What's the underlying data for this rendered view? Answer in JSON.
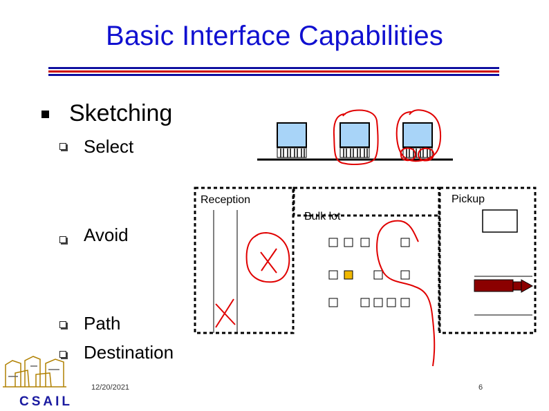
{
  "slide": {
    "title": "Basic Interface Capabilities",
    "main_bullet": "Sketching",
    "sub_bullets": [
      "Select",
      "Avoid",
      "Path",
      "Destination"
    ],
    "date": "12/20/2021",
    "page_number": "6"
  },
  "diagram": {
    "regions": {
      "reception": "Reception",
      "bulk_lot": "Bulk lot",
      "pickup": "Pickup"
    }
  },
  "logo": {
    "text": "CSAIL"
  },
  "colors": {
    "title": "#1010d0",
    "rule_red": "#cc0000",
    "rule_blue": "#1010a0",
    "sketch_red": "#e00000",
    "truck_screen": "#a8d4f8",
    "selected_slot": "#f0b800",
    "truck_body": "#8b0000"
  }
}
